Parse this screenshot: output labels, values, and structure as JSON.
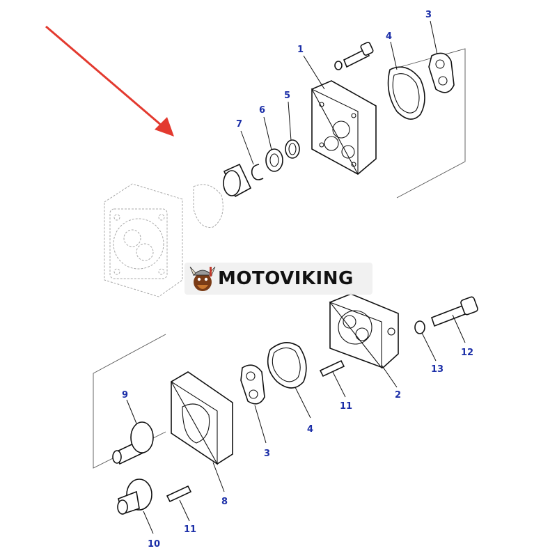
{
  "colors": {
    "arrow": "#e33a2f",
    "label": "#1c2fa8",
    "line": "#111111",
    "ghost": "#a8a8a8",
    "watermark_bg": "#f0f0f0"
  },
  "watermark": {
    "text": "MOTOVIKING",
    "icon": "viking-mascot-icon"
  },
  "callouts": [
    {
      "id": "c1",
      "label": "1"
    },
    {
      "id": "c3a",
      "label": "3"
    },
    {
      "id": "c4a",
      "label": "4"
    },
    {
      "id": "c5",
      "label": "5"
    },
    {
      "id": "c6",
      "label": "6"
    },
    {
      "id": "c7",
      "label": "7"
    },
    {
      "id": "c12",
      "label": "12"
    },
    {
      "id": "c13",
      "label": "13"
    },
    {
      "id": "c2",
      "label": "2"
    },
    {
      "id": "c11a",
      "label": "11"
    },
    {
      "id": "c4b",
      "label": "4"
    },
    {
      "id": "c3b",
      "label": "3"
    },
    {
      "id": "c9",
      "label": "9"
    },
    {
      "id": "c8",
      "label": "8"
    },
    {
      "id": "c11b",
      "label": "11"
    },
    {
      "id": "c10",
      "label": "10"
    }
  ]
}
